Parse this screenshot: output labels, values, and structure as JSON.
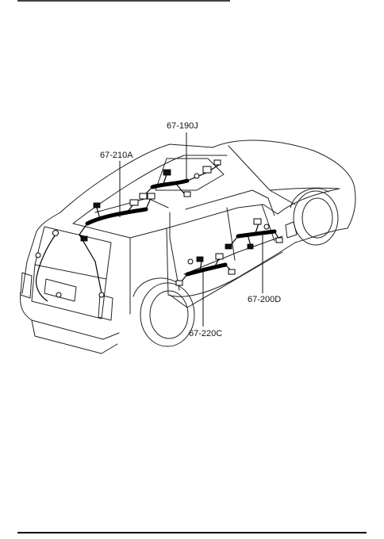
{
  "diagram": {
    "labels": {
      "rear_harness": "67-210A",
      "roof_harness": "67-190J",
      "front_floor_harness": "67-200D",
      "rear_floor_harness": "67-220C"
    }
  }
}
